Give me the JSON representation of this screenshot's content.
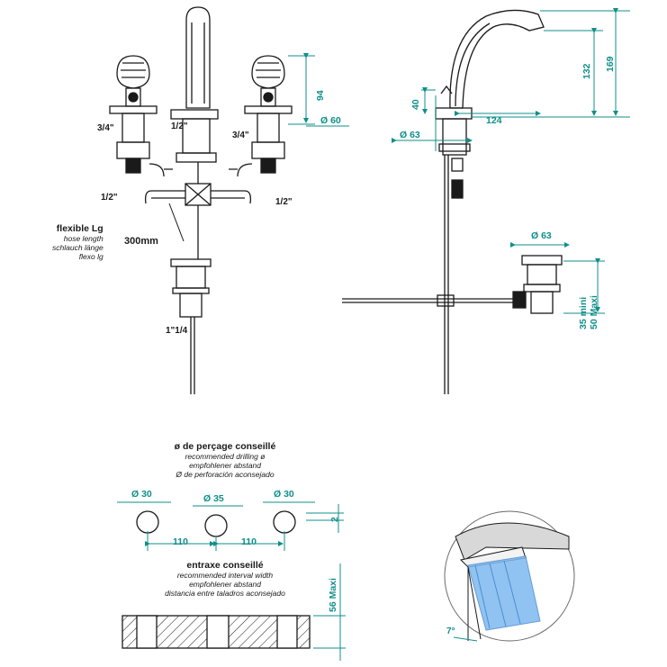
{
  "labels": {
    "thread_3_4_left": "3/4\"",
    "thread_3_4_right": "3/4\"",
    "thread_1_2_spout": "1/2\"",
    "thread_1_2_left": "1/2\"",
    "thread_1_2_right": "1/2\"",
    "waste_thread": "1\"1/4",
    "hose_title": "flexible Lg",
    "hose_lines": [
      "hose length",
      "schlauch länge",
      "flexo lg"
    ],
    "hose_length": "300mm"
  },
  "dimensions": {
    "front_94": "94",
    "front_d60": "Ø 60",
    "side_40": "40",
    "side_124": "124",
    "side_d63_top": "Ø 63",
    "side_132": "132",
    "side_169": "169",
    "waste_d63": "Ø 63",
    "waste_35": "35 mini",
    "waste_50": "50 Maxi",
    "drill_d30_left": "Ø 30",
    "drill_d35": "Ø 35",
    "drill_d30_right": "Ø 30",
    "drill_2": "2",
    "spacing_left": "110",
    "spacing_right": "110",
    "interval_56": "56 Maxi",
    "angle": "7°"
  },
  "drilling": {
    "title": "ø de perçage conseillé",
    "lines": [
      "recommended drilling ø",
      "empfohlener abstand",
      "Ø de perforación aconsejado"
    ]
  },
  "interval": {
    "title": "entraxe conseillé",
    "lines": [
      "recommended interval width",
      "empfohlener abstand",
      "distancia entre taladros aconsejado"
    ]
  },
  "colors": {
    "line": "#1a1a1a",
    "dimension": "#0f8f8a",
    "water": "#7db8f0"
  }
}
